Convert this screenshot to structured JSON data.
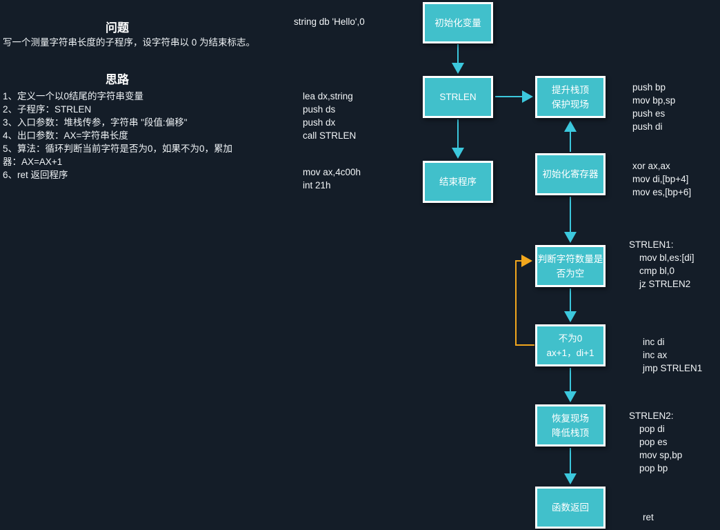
{
  "page": {
    "background": "#141d28",
    "text_color": "#eef2f5"
  },
  "problem": {
    "title": "问题",
    "description": "写一个测量字符串长度的子程序，设字符串以 0 为结束标志。"
  },
  "approach": {
    "title": "思路",
    "lines": [
      "1、定义一个以0结尾的字符串变量",
      "2、子程序：STRLEN",
      "3、入口参数：堆栈传参，字符串 \"段值:偏移\"",
      "4、出口参数：AX=字符串长度",
      "5、算法：循环判断当前字符是否为0，如果不为0，累加",
      "器：AX=AX+1",
      "6、ret 返回程序"
    ]
  },
  "main_code": {
    "string_def": "string db 'Hello',0",
    "call_block": "lea dx,string\npush ds\npush dx\ncall STRLEN",
    "exit_block": "mov ax,4c00h\nint 21h"
  },
  "flowchart": {
    "nodes": [
      {
        "label": "初始化变量"
      },
      {
        "label": "STRLEN"
      },
      {
        "label": "结束程序"
      },
      {
        "label": "提升栈顶\n保护现场"
      },
      {
        "label": "初始化寄存器"
      },
      {
        "label": "判断字符数量是\n否为空"
      },
      {
        "label": "不为0\nax+1，di+1"
      },
      {
        "label": "恢复现场\n降低栈顶"
      },
      {
        "label": "函数返回"
      }
    ],
    "colors": {
      "node_fill": "#41c0cb",
      "node_border": "#ffffff",
      "connector": "#3cc8dd",
      "loop_connector": "#f2a71d"
    }
  },
  "subroutine_code": {
    "blocks": [
      "push bp\nmov bp,sp\npush es\npush di",
      "xor ax,ax\nmov di,[bp+4]\nmov es,[bp+6]",
      "STRLEN1:\n    mov bl,es:[di]\n    cmp bl,0\n    jz STRLEN2",
      "inc di\ninc ax\njmp STRLEN1",
      "STRLEN2:\n    pop di\n    pop es\n    mov sp,bp\n    pop bp",
      "ret"
    ]
  }
}
